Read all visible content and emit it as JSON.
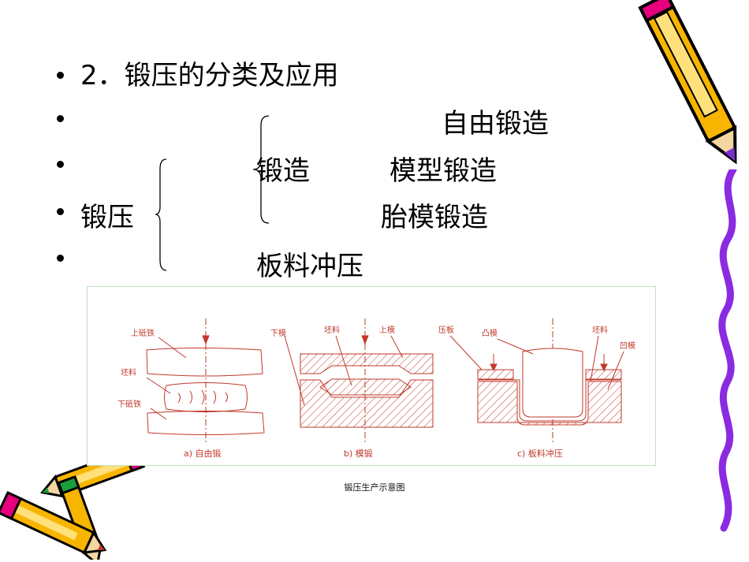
{
  "slide": {
    "heading": "2．锻压的分类及应用",
    "tree": {
      "root": "锻压",
      "branch_forging": "锻造",
      "branch_sheet": "板料冲压",
      "leaf_free": "自由锻造",
      "leaf_die": "模型锻造",
      "leaf_tire": "胎模锻造"
    }
  },
  "figure": {
    "panels": [
      {
        "caption": "a)  自由锻",
        "labels": [
          "上砥铁",
          "坯料",
          "下砥铁"
        ]
      },
      {
        "caption": "b)  模锻",
        "labels": [
          "下模",
          "坯料",
          "上模"
        ]
      },
      {
        "caption": "c)  板料冲压",
        "labels": [
          "压板",
          "凸模",
          "坯料",
          "凹模"
        ]
      }
    ],
    "caption": "锻压生产示意图"
  },
  "decorations": {
    "pencil_colors": {
      "body": "#f7b500",
      "band": "#e6007e",
      "tip": "#7a2fd6",
      "squiggle": "#8a2be2"
    }
  }
}
